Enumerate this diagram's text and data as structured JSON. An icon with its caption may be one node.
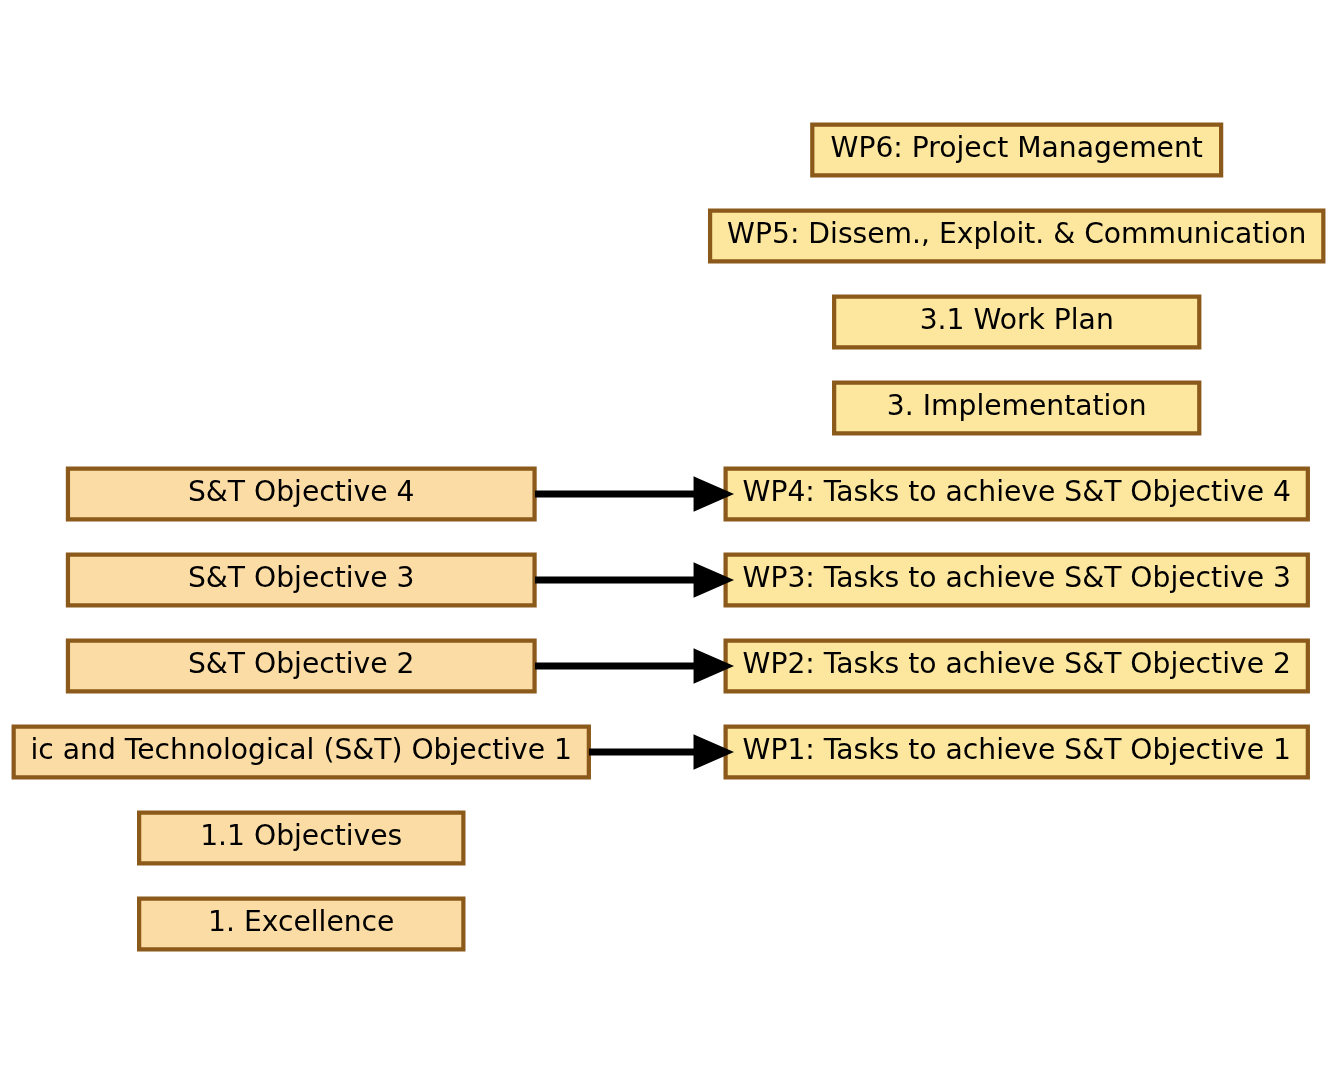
{
  "diagram": {
    "nodes": [
      {
        "text": [
          "1. Excellence"
        ]
      },
      {
        "text": [
          "1.1 Objectives"
        ]
      },
      {
        "text": [
          "ic and Technological (S&T) Objective 1"
        ]
      },
      {
        "text": [
          "S&T Objective 2"
        ]
      },
      {
        "text": [
          "S&T Objective 3"
        ]
      },
      {
        "text": [
          "S&T Objective 4"
        ]
      },
      {
        "text": [
          "3. Implementation"
        ]
      },
      {
        "text": [
          "3.1 Work Plan"
        ]
      },
      {
        "text": [
          "WP1: Tasks to achieve S&T Objective 1"
        ]
      },
      {
        "text": [
          "WP2: Tasks to achieve S&T Objective 2"
        ]
      },
      {
        "text": [
          "WP3: Tasks to achieve S&T Objective 3"
        ]
      },
      {
        "text": [
          "WP4: Tasks to achieve S&T Objective 4"
        ]
      },
      {
        "text": [
          "WP5: Dissem., Exploit. & Communication"
        ]
      },
      {
        "text": [
          "WP6: Project Management"
        ]
      }
    ],
    "edges": [
      {
        "from": 2,
        "to": 8,
        "arrow": "to"
      },
      {
        "from": 3,
        "to": 9,
        "arrow": "to"
      },
      {
        "from": 4,
        "to": 10,
        "arrow": "to"
      },
      {
        "from": 5,
        "to": 11,
        "arrow": "to"
      }
    ]
  }
}
